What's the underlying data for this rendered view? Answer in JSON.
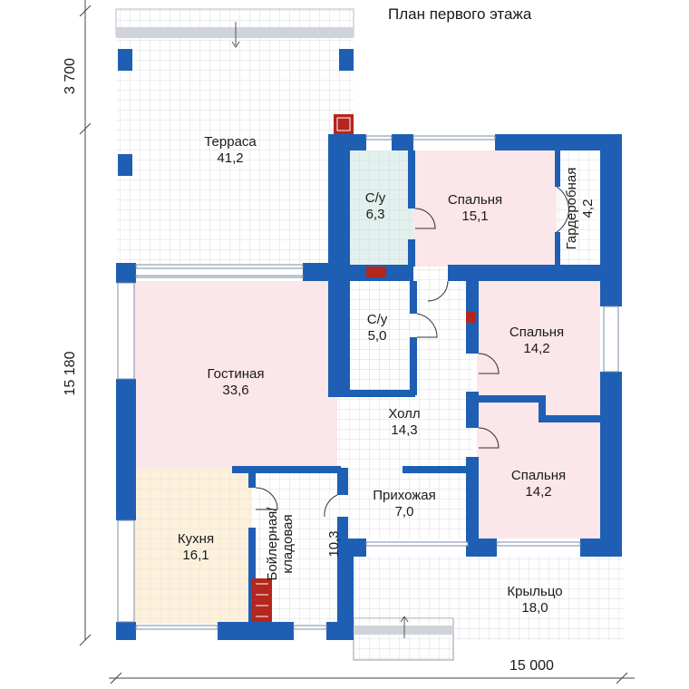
{
  "title": "План первого этажа",
  "dimensions": {
    "width": "15 000",
    "height_main": "15 180",
    "height_terrace": "3 700"
  },
  "rooms": {
    "terrace": {
      "name": "Терраса",
      "area": "41,2"
    },
    "bath1": {
      "name": "С/у",
      "area": "6,3"
    },
    "bedroom1": {
      "name": "Спальня",
      "area": "15,1"
    },
    "wardrobe": {
      "name": "Гардеробная",
      "area": "4,2"
    },
    "bath2": {
      "name": "С/у",
      "area": "5,0"
    },
    "bedroom2": {
      "name": "Спальня",
      "area": "14,2"
    },
    "living": {
      "name": "Гостиная",
      "area": "33,6"
    },
    "hall": {
      "name": "Холл",
      "area": "14,3"
    },
    "bedroom3": {
      "name": "Спальня",
      "area": "14,2"
    },
    "hallway": {
      "name": "Прихожая",
      "area": "7,0"
    },
    "boiler": {
      "name": "Бойлерная/\nкладовая",
      "area": "10,3"
    },
    "kitchen": {
      "name": "Кухня",
      "area": "16,1"
    },
    "porch": {
      "name": "Крыльцо",
      "area": "18,0"
    }
  },
  "colors": {
    "wall": "#1e5fb4",
    "bedroom": "#fbe6ea",
    "bath": "#e3f1ee",
    "kitchen": "#fdf1dc",
    "floor": "#ffffff",
    "grid": "#cfd4da",
    "brick": "#b5261e"
  }
}
